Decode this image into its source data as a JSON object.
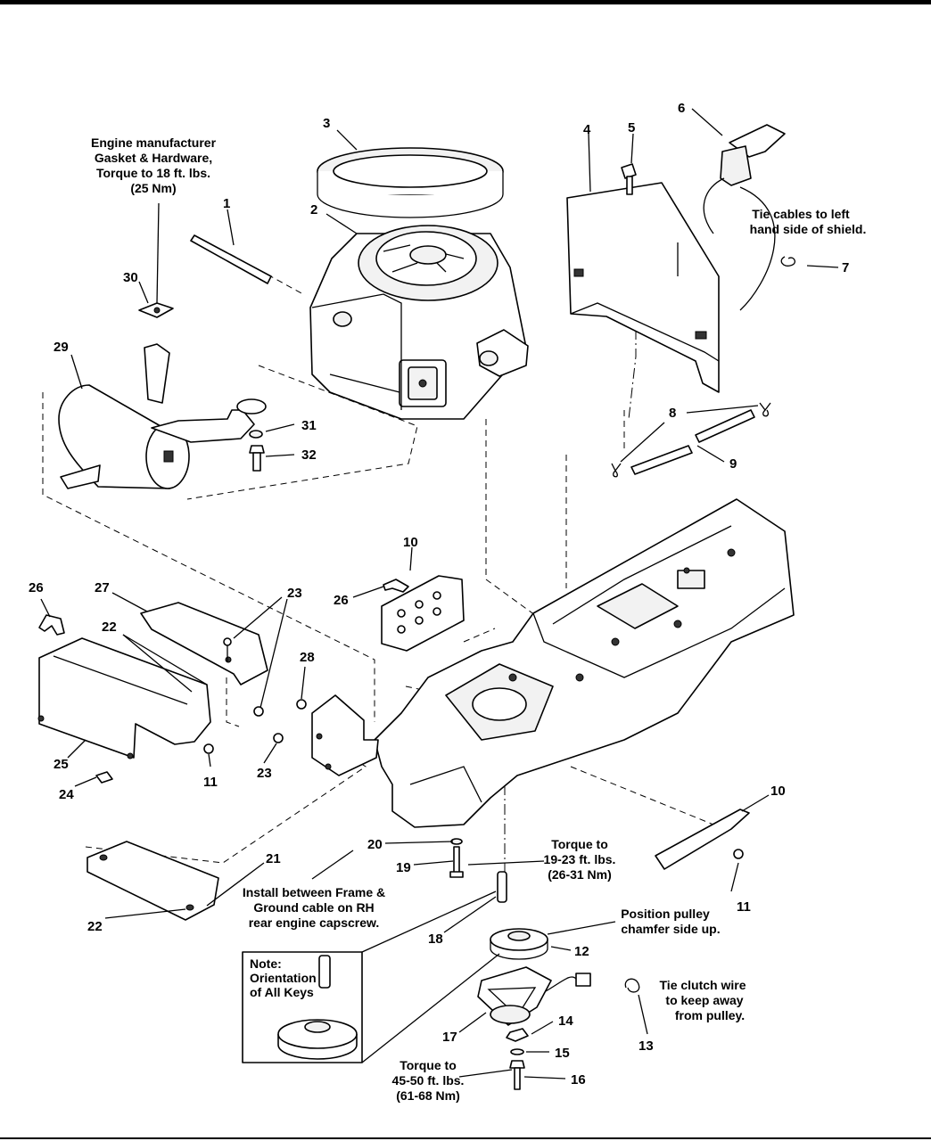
{
  "callouts": {
    "c1": "1",
    "c2": "2",
    "c3": "3",
    "c4": "4",
    "c5": "5",
    "c6": "6",
    "c7": "7",
    "c8": "8",
    "c9": "9",
    "c10a": "10",
    "c10b": "10",
    "c11a": "11",
    "c11b": "11",
    "c12": "12",
    "c13": "13",
    "c14": "14",
    "c15": "15",
    "c16": "16",
    "c17": "17",
    "c18": "18",
    "c19": "19",
    "c20": "20",
    "c21": "21",
    "c22a": "22",
    "c22b": "22",
    "c23a": "23",
    "c23b": "23",
    "c24": "24",
    "c25": "25",
    "c26a": "26",
    "c26b": "26",
    "c27": "27",
    "c28": "28",
    "c29": "29",
    "c30": "30",
    "c31": "31",
    "c32": "32"
  },
  "notes": {
    "gasket": [
      "Engine manufacturer",
      "Gasket & Hardware,",
      "Torque to 18 ft. lbs.",
      "(25 Nm)"
    ],
    "tie_cables": [
      "Tie cables to left",
      "hand side of shield."
    ],
    "torque_19_23": [
      "Torque to",
      "19-23 ft. lbs.",
      "(26-31 Nm)"
    ],
    "install_between": [
      "Install between Frame &",
      "Ground cable on RH",
      "rear engine capscrew."
    ],
    "position_pulley": [
      "Position pulley",
      "chamfer side up."
    ],
    "tie_clutch": [
      "Tie clutch wire",
      "to keep away",
      "from pulley."
    ],
    "torque_45_50": [
      "Torque to",
      "45-50 ft. lbs.",
      "(61-68 Nm)"
    ],
    "keys_box": [
      "Note:",
      "Orientation",
      "of All Keys"
    ]
  }
}
